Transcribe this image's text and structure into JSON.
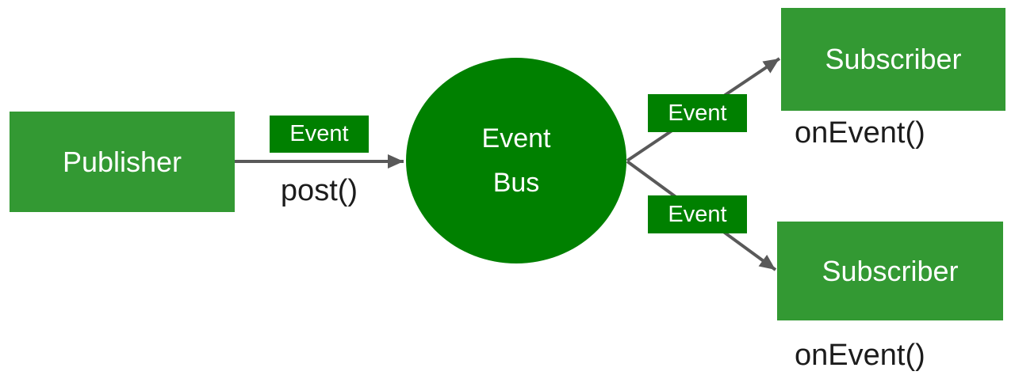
{
  "colors": {
    "box_green": "#339933",
    "dark_green": "#008000",
    "arrow_gray": "#595959",
    "label_white": "#ffffff",
    "code_black": "#1c1c1c",
    "bg": "#ffffff"
  },
  "publisher": {
    "label": "Publisher"
  },
  "event_bus": {
    "label_line1": "Event",
    "label_line2": "Bus"
  },
  "edges": {
    "publish": {
      "badge": "Event",
      "method": "post()"
    },
    "deliver_top": {
      "badge": "Event"
    },
    "deliver_bottom": {
      "badge": "Event"
    }
  },
  "subscribers": [
    {
      "label": "Subscriber",
      "method": "onEvent()"
    },
    {
      "label": "Subscriber",
      "method": "onEvent()"
    }
  ]
}
